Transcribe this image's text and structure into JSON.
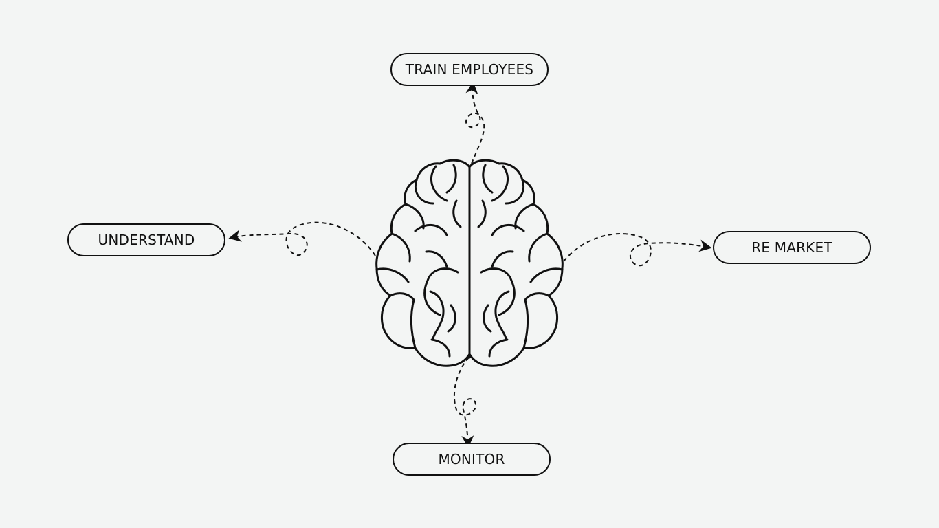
{
  "diagram": {
    "nodes": {
      "top": {
        "label": "TRAIN EMPLOYEES"
      },
      "left": {
        "label": "UNDERSTAND"
      },
      "right": {
        "label": "RE MARKET"
      },
      "bottom": {
        "label": "MONITOR"
      }
    },
    "center_icon": "brain-icon",
    "connector_style": "dashed-looping-arrow",
    "colors": {
      "background": "#f3f5f4",
      "stroke": "#111111"
    }
  }
}
